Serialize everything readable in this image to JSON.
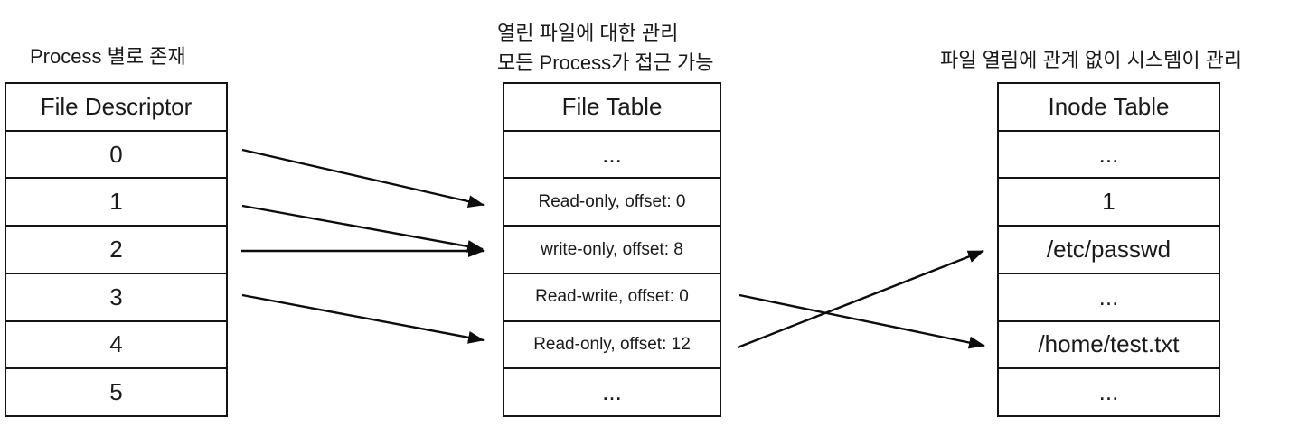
{
  "captions": {
    "file_descriptor": "Process 별로 존재",
    "file_table_line1": "열린 파일에 대한 관리",
    "file_table_line2": "모든 Process가 접근 가능",
    "inode_table": "파일 열림에 관계 없이 시스템이 관리"
  },
  "tables": {
    "file_descriptor": {
      "header": "File Descriptor",
      "rows": [
        "0",
        "1",
        "2",
        "3",
        "4",
        "5"
      ]
    },
    "file_table": {
      "header": "File Table",
      "rows": [
        "...",
        "Read-only, offset: 0",
        "write-only, offset: 8",
        "Read-write, offset: 0",
        "Read-only, offset: 12",
        "..."
      ]
    },
    "inode_table": {
      "header": "Inode Table",
      "rows": [
        "...",
        "1",
        "/etc/passwd",
        "...",
        "/home/test.txt",
        "..."
      ]
    }
  },
  "connections": [
    {
      "from": "file-descriptor:0",
      "to": "file-table:Read-only, offset: 0"
    },
    {
      "from": "file-descriptor:1",
      "to": "file-table:write-only, offset: 8"
    },
    {
      "from": "file-descriptor:2",
      "to": "file-table:write-only, offset: 8"
    },
    {
      "from": "file-descriptor:3",
      "to": "file-table:Read-only, offset: 12"
    },
    {
      "from": "file-table:Read-write, offset: 0",
      "to": "inode-table:/home/test.txt"
    },
    {
      "from": "file-table:Read-only, offset: 12",
      "to": "inode-table:/etc/passwd"
    }
  ],
  "colors": {
    "ink": "#1a1a1a",
    "background": "#ffffff"
  }
}
